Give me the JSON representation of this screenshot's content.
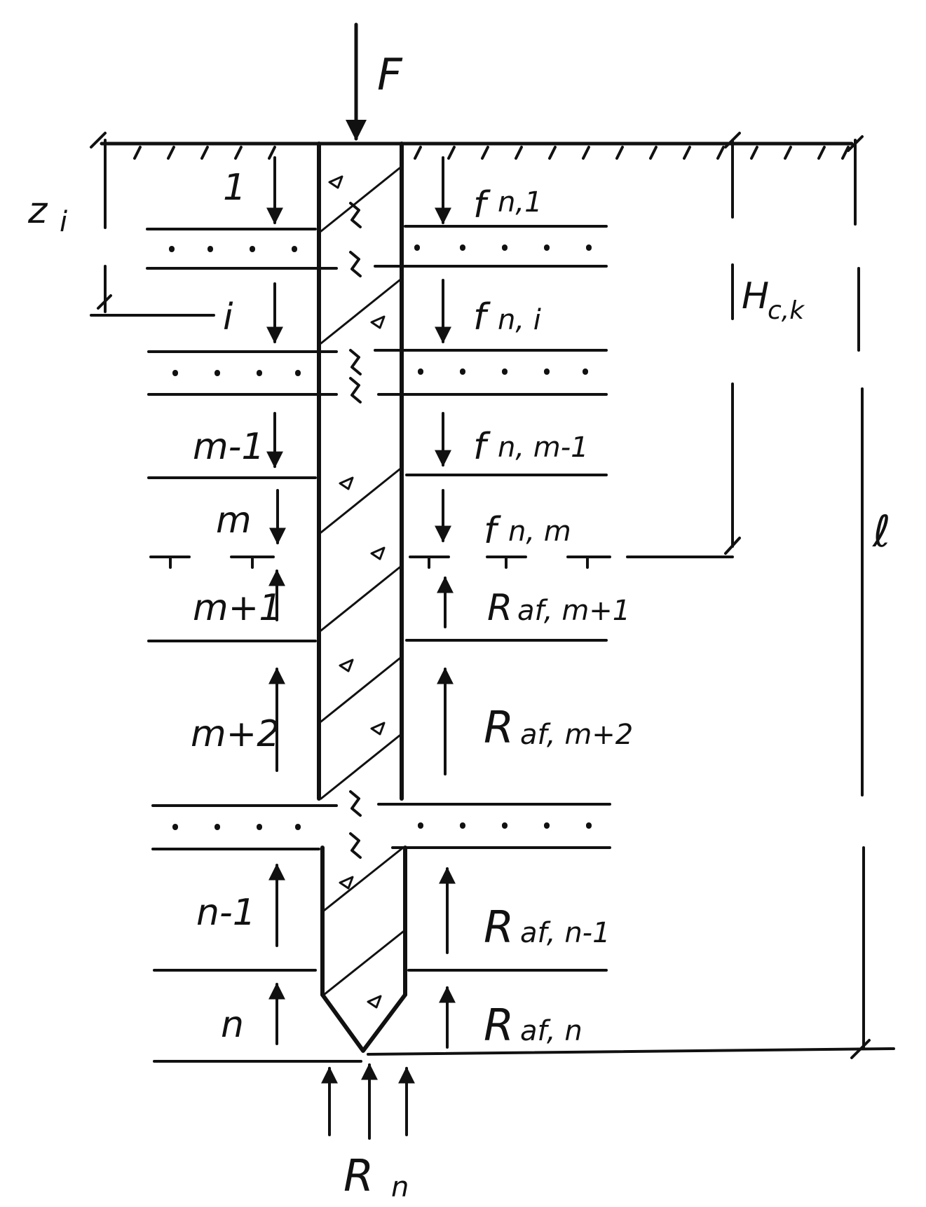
{
  "diagram": {
    "force_top": "F",
    "depth_label": "z",
    "depth_sub": "i",
    "zone_depth_label": "H",
    "zone_depth_sub": "c,k",
    "pile_length_label": "ℓ",
    "tip_resistance": "R",
    "tip_resistance_sub": "n",
    "layers_left": [
      "1",
      "i",
      "m-1",
      "m",
      "m+1",
      "m+2",
      "n-1",
      "n"
    ],
    "forces_right": [
      {
        "main": "f",
        "sub": "n,1"
      },
      {
        "main": "f",
        "sub": "n, i"
      },
      {
        "main": "f",
        "sub": "n, m-1"
      },
      {
        "main": "f",
        "sub": "n, m"
      },
      {
        "main": "R",
        "sub": "af, m+1"
      },
      {
        "main": "R",
        "sub": "af, m+2"
      },
      {
        "main": "R",
        "sub": "af, n-1"
      },
      {
        "main": "R",
        "sub": "af, n"
      }
    ],
    "colors": {
      "ink": "#111111",
      "paper": "#ffffff"
    }
  }
}
